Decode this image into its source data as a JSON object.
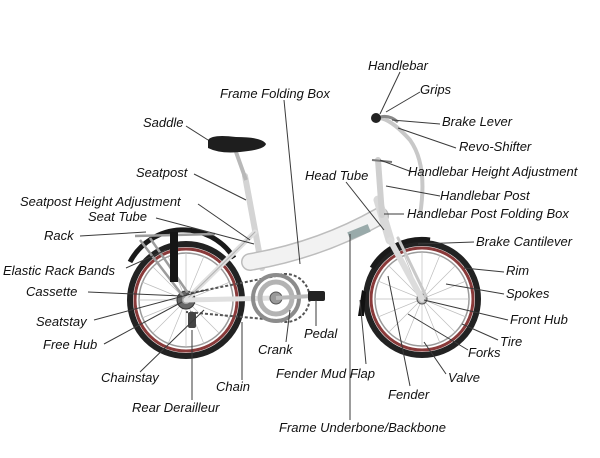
{
  "labels": {
    "handlebar": "Handlebar",
    "grips": "Grips",
    "frame_folding_box": "Frame Folding Box",
    "brake_lever": "Brake Lever",
    "saddle": "Saddle",
    "revo_shifter": "Revo-Shifter",
    "handlebar_height_adjustment": "Handlebar Height Adjustment",
    "seatpost": "Seatpost",
    "head_tube": "Head Tube",
    "handlebar_post": "Handlebar Post",
    "seatpost_height_adjustment": "Seatpost Height Adjustment",
    "seat_tube": "Seat Tube",
    "handlebar_post_folding_box": "Handlebar Post Folding Box",
    "rack": "Rack",
    "brake_cantilever": "Brake Cantilever",
    "elastic_rack_bands": "Elastic Rack Bands",
    "rim": "Rim",
    "cassette": "Cassette",
    "spokes": "Spokes",
    "seatstay": "Seatstay",
    "front_hub": "Front Hub",
    "pedal": "Pedal",
    "free_hub": "Free Hub",
    "tire": "Tire",
    "crank": "Crank",
    "forks": "Forks",
    "chainstay": "Chainstay",
    "fender_mud_flap": "Fender Mud Flap",
    "valve": "Valve",
    "chain": "Chain",
    "fender": "Fender",
    "rear_derailleur": "Rear Derailleur",
    "frame_underbone": "Frame Underbone/Backbone"
  }
}
